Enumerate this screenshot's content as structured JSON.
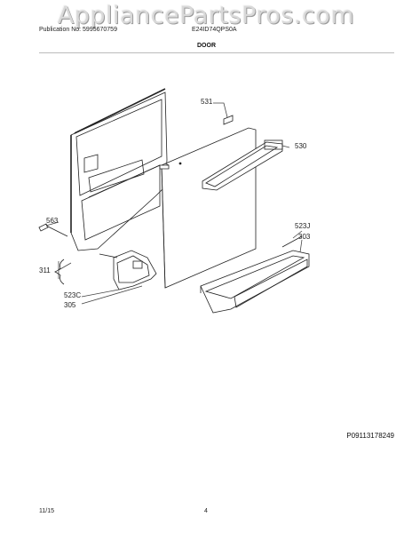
{
  "watermark": "AppliancePartsPros.com",
  "header": {
    "publication": "Publication No: 5995670759",
    "model": "E24ID74QPS0A",
    "section": "DOOR"
  },
  "callouts": [
    "531",
    "530",
    "563",
    "523J",
    "303",
    "311",
    "523C",
    "305"
  ],
  "figure_id": "P09113178249",
  "footer": {
    "date": "11/15",
    "page": "4"
  }
}
